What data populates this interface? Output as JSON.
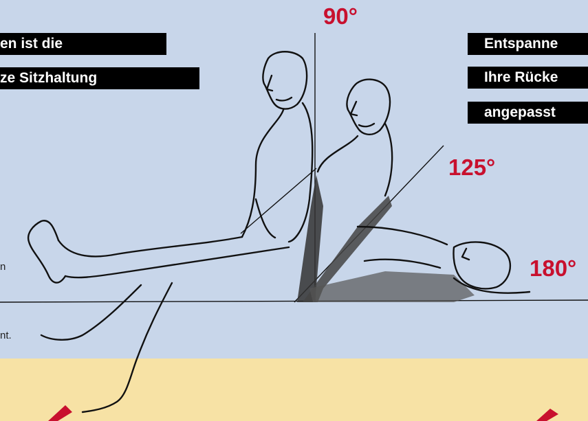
{
  "left_label": {
    "line1": "en  ist  die",
    "line2": "ze  Sitzhaltung"
  },
  "right_label": {
    "line1": "Entspanne",
    "line2": "Ihre  Rücke",
    "line3": "angepasst"
  },
  "angles": {
    "a90": "90°",
    "a125": "125°",
    "a180": "180°"
  },
  "side_texts": {
    "t1": "n",
    "t2": "nt."
  },
  "colors": {
    "sky": "#c8d6ea",
    "floor": "#f7e2a5",
    "accent_red": "#c8102e",
    "label_bg": "#000000"
  }
}
